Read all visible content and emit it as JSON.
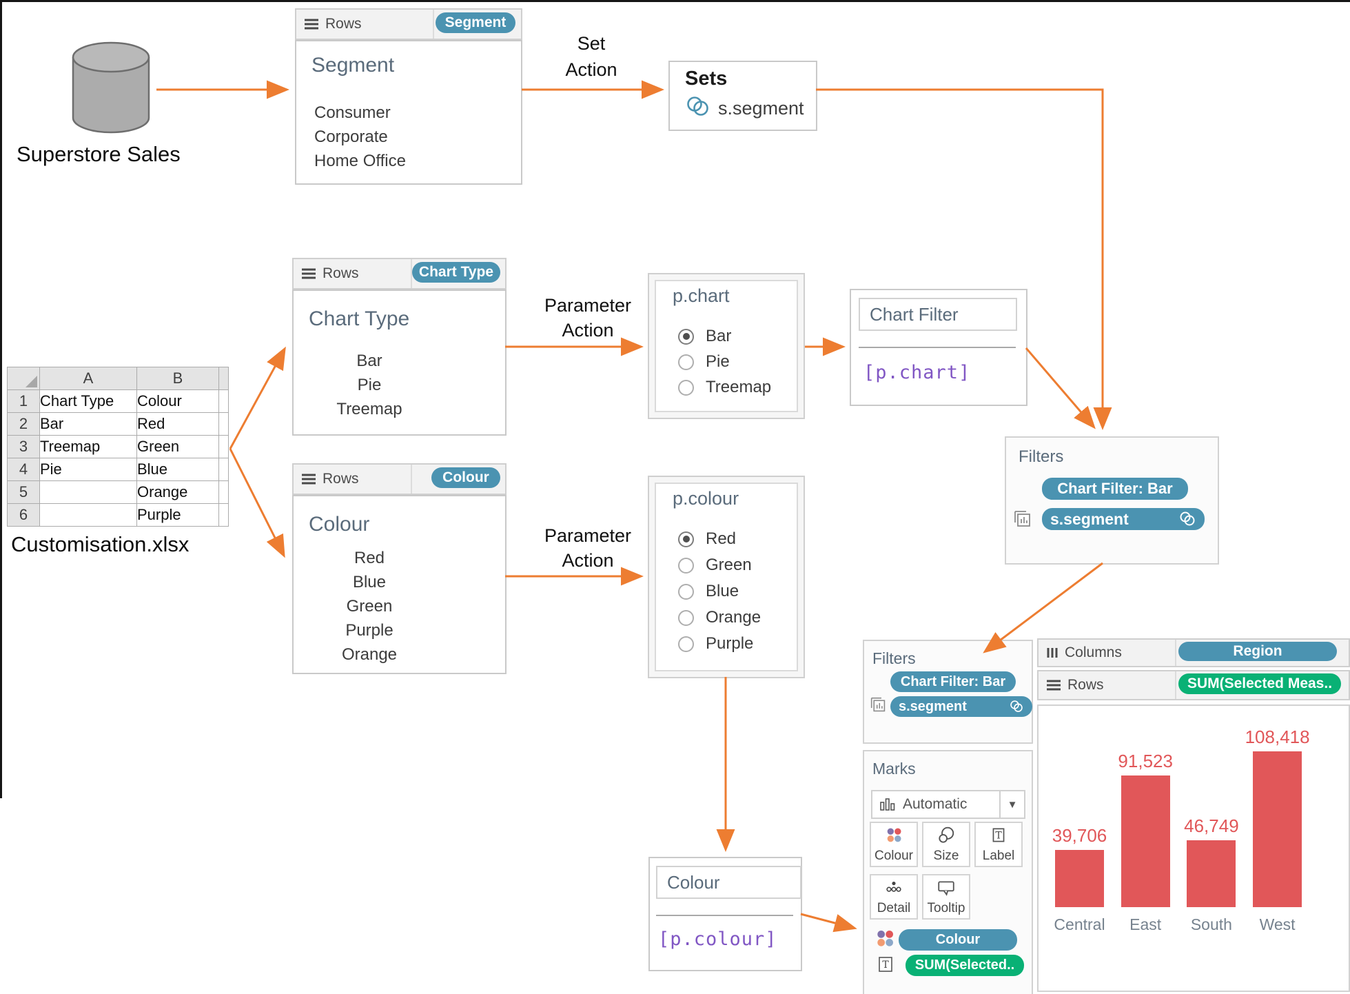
{
  "colors": {
    "accent_orange": "#ED7D31",
    "pill_teal": "#4B93B1",
    "pill_green": "#09B175",
    "bar_red": "#E15759",
    "formula_purple": "#8157C4"
  },
  "datasource": {
    "label": "Superstore Sales"
  },
  "spreadsheet": {
    "file_label": "Customisation.xlsx",
    "col_a": "A",
    "col_b": "B",
    "rows": [
      [
        "1",
        "Chart Type",
        "Colour"
      ],
      [
        "2",
        "Bar",
        "Red"
      ],
      [
        "3",
        "Treemap",
        "Green"
      ],
      [
        "4",
        "Pie",
        "Blue"
      ],
      [
        "5",
        "",
        "Orange"
      ],
      [
        "6",
        "",
        "Purple"
      ]
    ]
  },
  "flow_labels": {
    "set_action_line1": "Set",
    "set_action_line2": "Action",
    "param1_line1": "Parameter",
    "param1_line2": "Action",
    "param2_line1": "Parameter",
    "param2_line2": "Action"
  },
  "segment": {
    "shelf_label": "Rows",
    "pill": "Segment",
    "title": "Segment",
    "items": [
      "Consumer",
      "Corporate",
      "Home Office"
    ]
  },
  "sets_box": {
    "title": "Sets",
    "item": "s.segment"
  },
  "chart_type": {
    "shelf_label": "Rows",
    "pill": "Chart Type",
    "title": "Chart Type",
    "items": [
      "Bar",
      "Pie",
      "Treemap"
    ]
  },
  "p_chart": {
    "title": "p.chart",
    "options": [
      "Bar",
      "Pie",
      "Treemap"
    ],
    "selected": "Bar"
  },
  "chart_filter": {
    "title": "Chart Filter",
    "formula": "[p.chart]"
  },
  "colour": {
    "shelf_label": "Rows",
    "pill": "Colour",
    "title": "Colour",
    "items": [
      "Red",
      "Blue",
      "Green",
      "Purple",
      "Orange"
    ]
  },
  "p_colour": {
    "title": "p.colour",
    "options": [
      "Red",
      "Green",
      "Blue",
      "Orange",
      "Purple"
    ],
    "selected": "Red"
  },
  "colour_field": {
    "title": "Colour",
    "formula": "[p.colour]"
  },
  "filters_flow": {
    "title": "Filters",
    "pill_chart_filter": "Chart Filter: Bar",
    "pill_set": "s.segment"
  },
  "worksheet": {
    "filters": {
      "title": "Filters",
      "pill_chart_filter": "Chart Filter: Bar",
      "pill_set": "s.segment"
    },
    "marks": {
      "title": "Marks",
      "type_dropdown": "Automatic",
      "buttons": [
        "Colour",
        "Size",
        "Label",
        "Detail",
        "Tooltip"
      ],
      "colour_pill": "Colour",
      "label_pill": "SUM(Selected.."
    },
    "columns_shelf": {
      "label": "Columns",
      "pill": "Region"
    },
    "rows_shelf": {
      "label": "Rows",
      "pill": "SUM(Selected Meas.."
    }
  },
  "chart_data": {
    "type": "bar",
    "title": "",
    "categories": [
      "Central",
      "East",
      "South",
      "West"
    ],
    "values": [
      39706,
      91523,
      46749,
      108418
    ],
    "value_labels": [
      "39,706",
      "91,523",
      "46,749",
      "108,418"
    ],
    "series_name": "SUM(Selected Measure)",
    "bar_color": "#E15759",
    "xlabel": "Region",
    "ylabel": "SUM(Selected Measure)",
    "ylim": [
      0,
      115000
    ],
    "grid": false,
    "legend": false,
    "value_labels_shown": true
  }
}
